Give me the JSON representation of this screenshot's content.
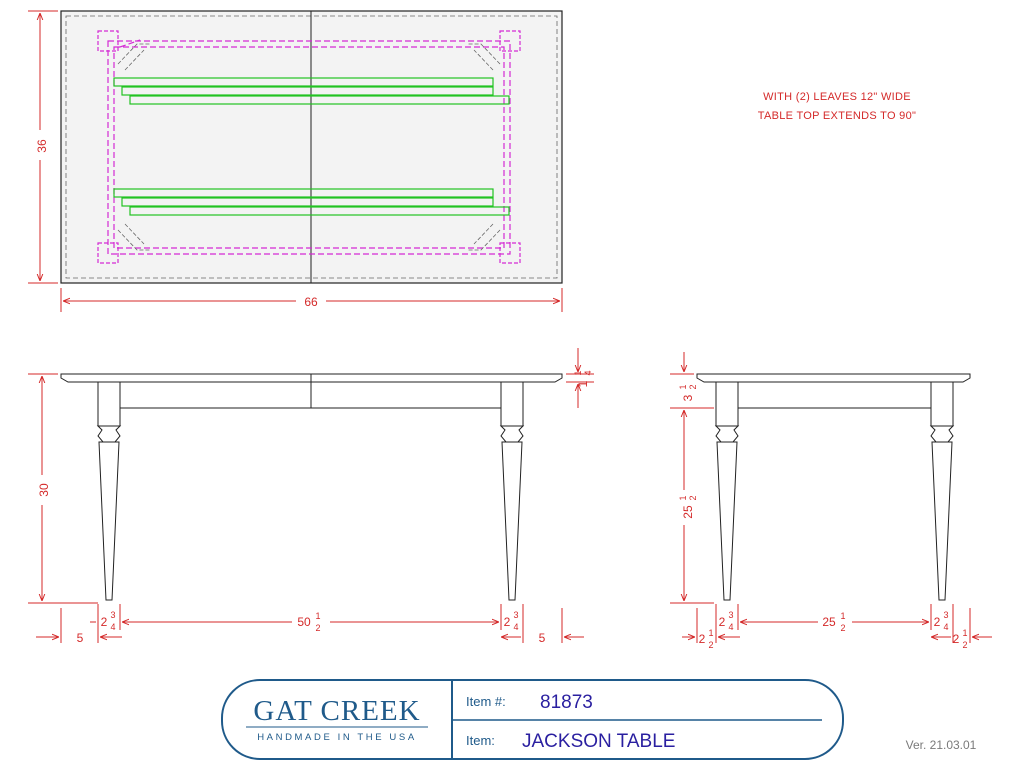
{
  "note": {
    "line1": "WITH (2) LEAVES 12\" WIDE",
    "line2": "TABLE TOP EXTENDS TO 90\""
  },
  "top_view": {
    "width": "66",
    "depth": "36"
  },
  "front_view": {
    "height": "30",
    "top_thickness_whole": "1",
    "top_thickness_num": "1",
    "top_thickness_den": "4",
    "leg_offset": "5",
    "leg_width_whole": "2",
    "leg_width_num": "3",
    "leg_width_den": "4",
    "span_whole": "50",
    "span_num": "1",
    "span_den": "2"
  },
  "side_view": {
    "apron_whole": "3",
    "apron_num": "1",
    "apron_den": "2",
    "leg_height_whole": "25",
    "leg_height_num": "1",
    "leg_height_den": "2",
    "leg_width_whole": "2",
    "leg_width_num": "3",
    "leg_width_den": "4",
    "span_whole": "25",
    "span_num": "1",
    "span_den": "2",
    "overhang_whole": "2",
    "overhang_num": "1",
    "overhang_den": "2"
  },
  "title_block": {
    "brand": "GAT CREEK",
    "tagline": "HANDMADE IN THE USA",
    "item_number_label": "Item #:",
    "item_number": "81873",
    "item_label": "Item:",
    "item_name": "JACKSON TABLE"
  },
  "version": "Ver. 21.03.01",
  "colors": {
    "dimension": "#d42a2a",
    "brand": "#1f5a8a",
    "rails": "#22c322",
    "frame": "#d42ad4"
  }
}
